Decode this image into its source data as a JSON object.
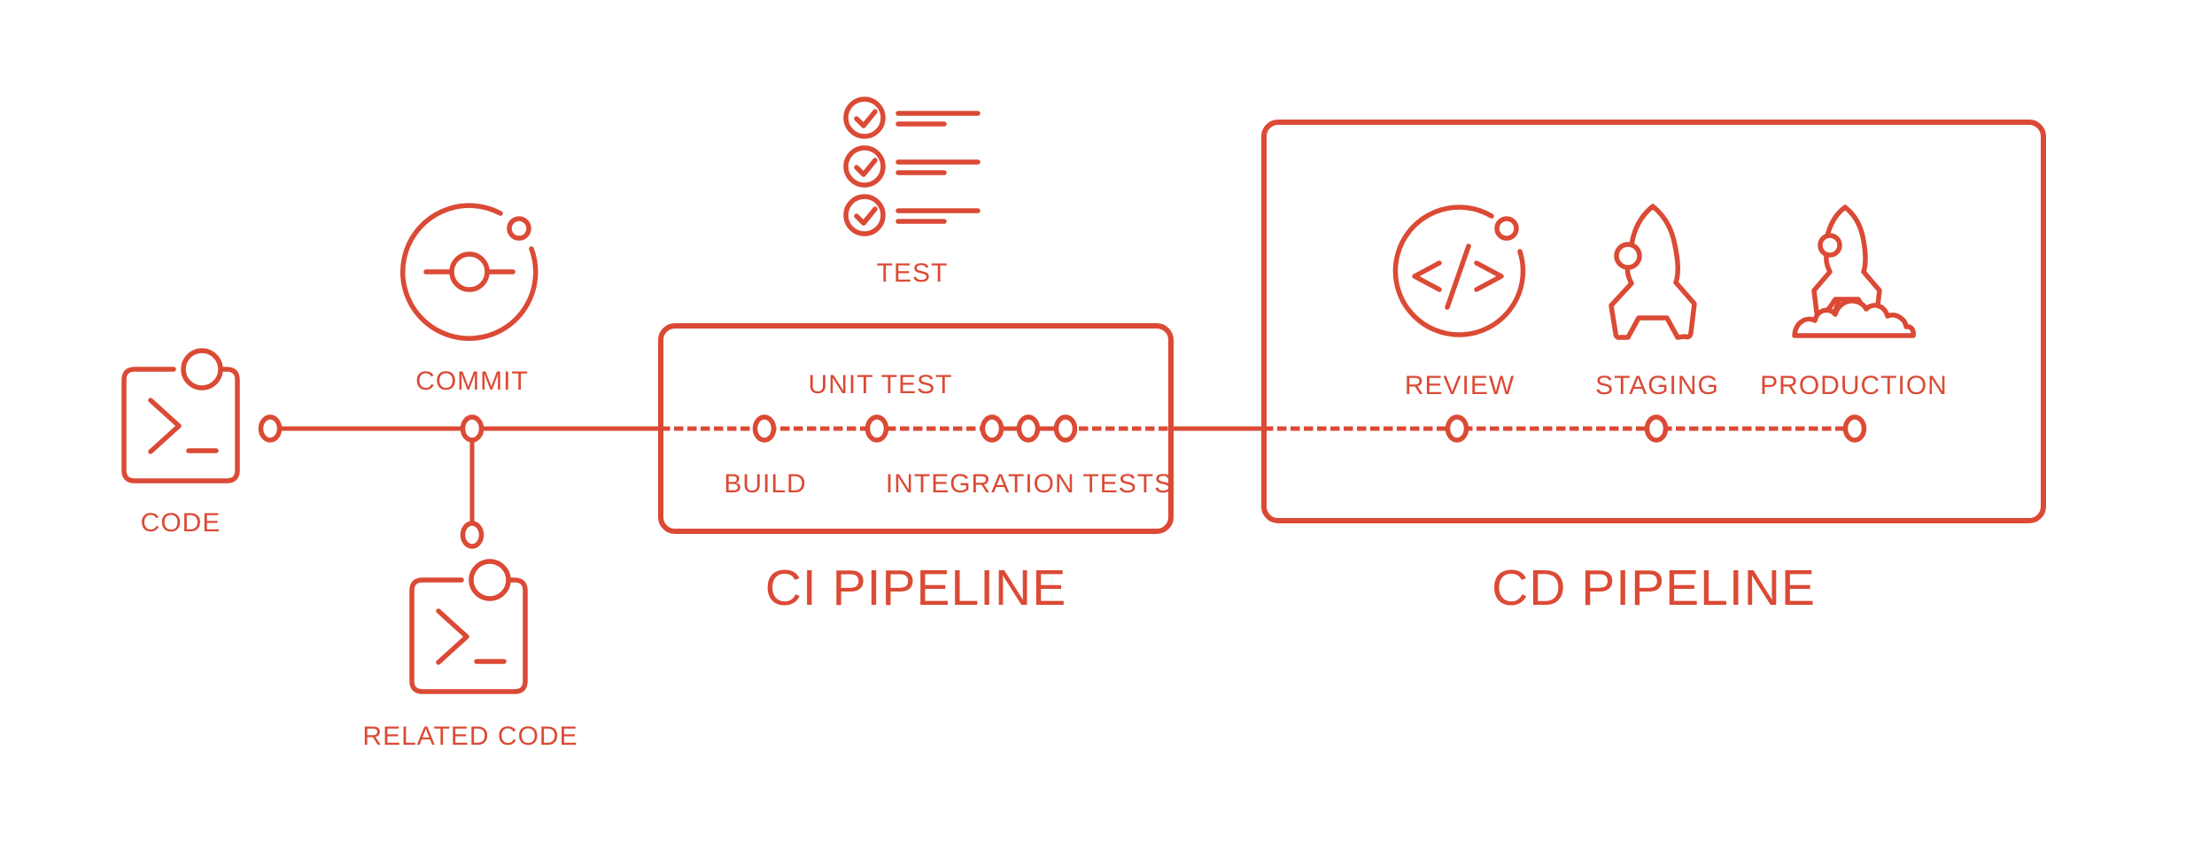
{
  "diagram": {
    "description": "CI/CD pipeline flow diagram",
    "colors": {
      "accent": "#DB4A35",
      "background": "#FFFFFF"
    },
    "labels": {
      "code": "CODE",
      "commit": "COMMIT",
      "related_code": "RELATED CODE",
      "test": "TEST",
      "build": "BUILD",
      "unit_test": "UNIT TEST",
      "integration_tests": "INTEGRATION TESTS",
      "review": "REVIEW",
      "staging": "STAGING",
      "production": "PRODUCTION"
    },
    "titles": {
      "ci": "CI PIPELINE",
      "cd": "CD PIPELINE"
    },
    "icons": [
      "terminal-code-icon",
      "commit-orbit-icon",
      "terminal-code-icon",
      "checklist-icon",
      "code-review-icon",
      "rocket-icon",
      "rocket-launch-icon"
    ]
  }
}
